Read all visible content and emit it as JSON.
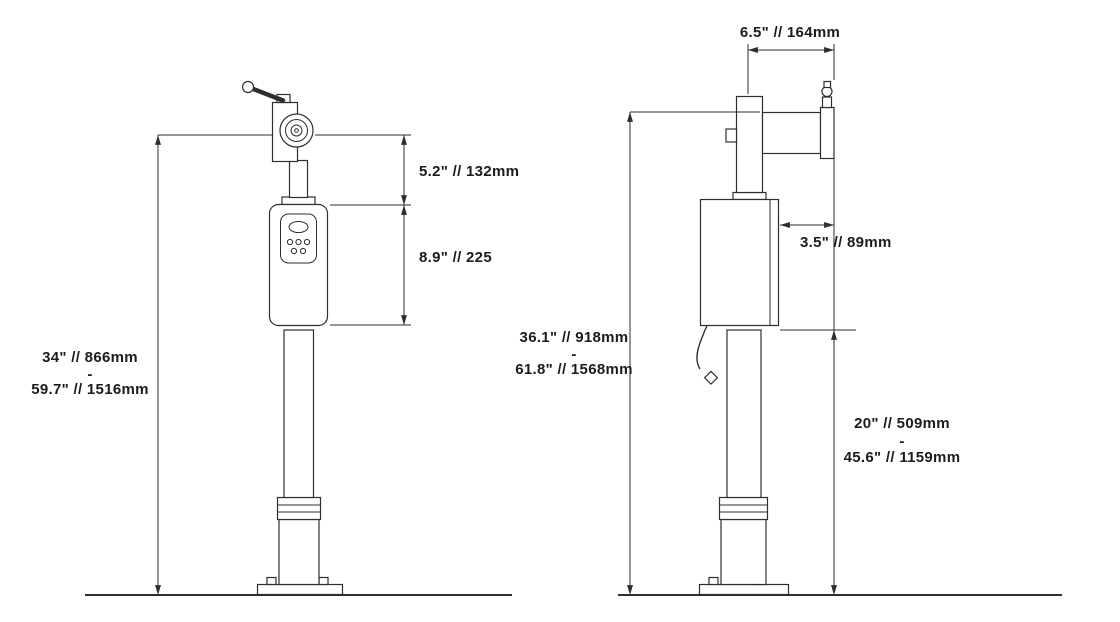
{
  "front_view": {
    "dim_head": "5.2\" // 132mm",
    "dim_box": "8.9\" // 225",
    "overall_min": "34\" // 866mm",
    "overall_sep": "-",
    "overall_max": "59.7\" // 1516mm"
  },
  "side_view": {
    "dim_arm": "6.5\" // 164mm",
    "dim_offset": "3.5\" // 89mm",
    "overall_min": "36.1\" // 918mm",
    "overall_sep": "-",
    "overall_max": "61.8\" // 1568mm",
    "column_min": "20\" // 509mm",
    "column_sep": "-",
    "column_max": "45.6\" // 1159mm"
  }
}
